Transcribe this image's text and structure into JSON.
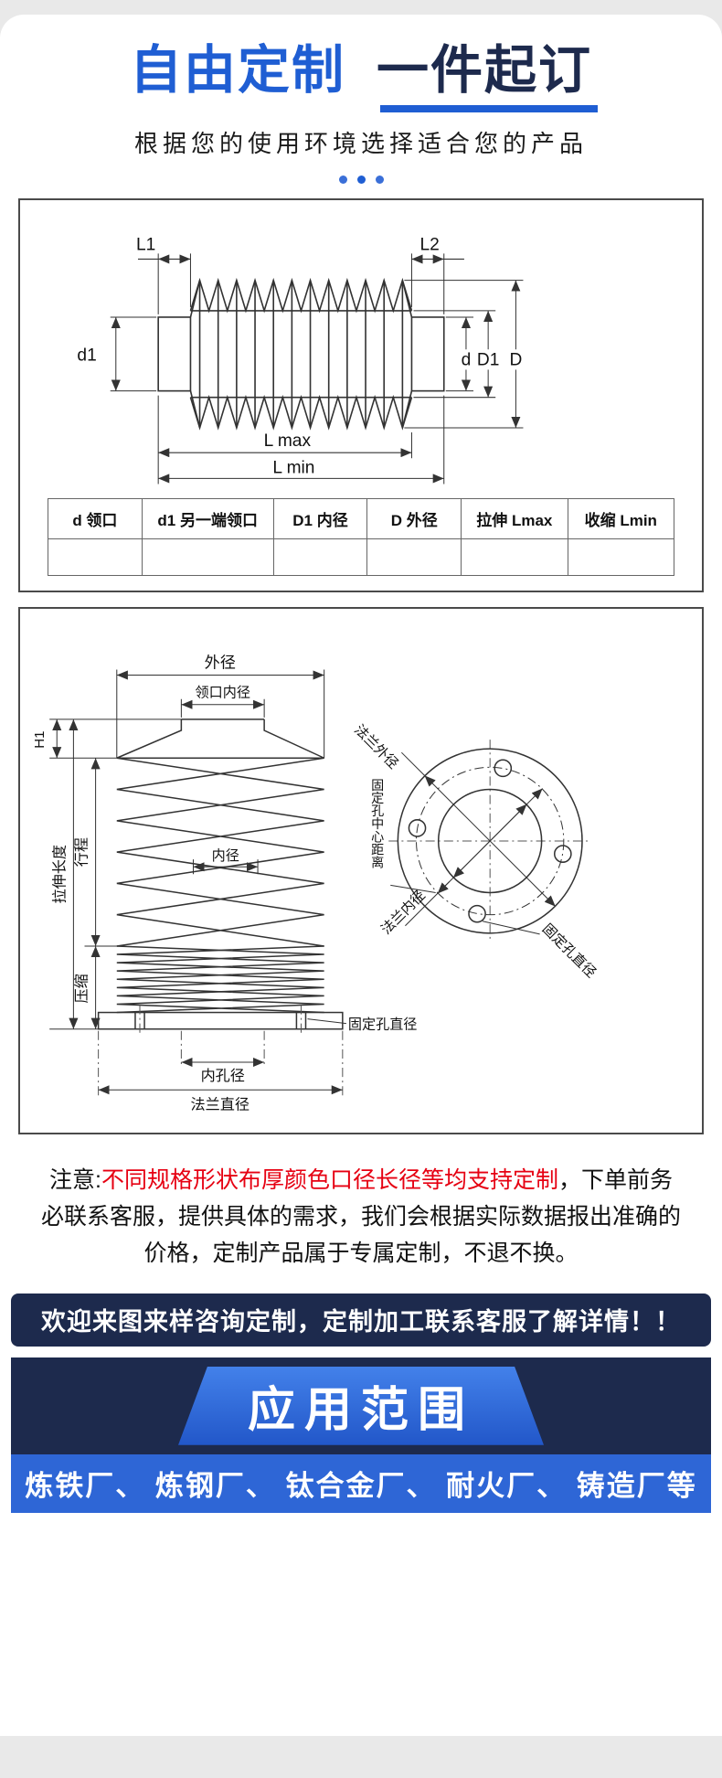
{
  "header": {
    "title_blue": "自由定制",
    "title_dark": "一件起订",
    "subtitle": "根据您的使用环境选择适合您的产品"
  },
  "diagram1": {
    "labels": {
      "l1": "L1",
      "l2": "L2",
      "d1": "d1",
      "d": "d",
      "D1": "D1",
      "D": "D",
      "lmax": "L max",
      "lmin": "L min"
    },
    "table": {
      "headers": [
        "d 领口",
        "d1 另一端领口",
        "D1 内径",
        "D 外径",
        "拉伸 Lmax",
        "收缩 Lmin"
      ]
    }
  },
  "diagram2": {
    "labels": {
      "outer_dia": "外径",
      "collar_inner_dia": "领口内径",
      "h1": "H1",
      "stretch_length": "拉伸长度",
      "stroke": "行程",
      "inner_dia": "内径",
      "compression": "压缩",
      "fix_hole_dia": "固定孔直径",
      "inner_hole_dia": "内孔径",
      "flange_dia": "法兰直径",
      "flange_outer_dia": "法兰外径",
      "hole_center_distance": "固定孔中心距离",
      "flange_inner_dia": "法兰内径",
      "fix_hole_dia_right": "固定孔直径"
    }
  },
  "note": {
    "prefix": "注意:",
    "highlight": "不同规格形状布厚颜色口径长径等均支持定制",
    "rest": "，下单前务必联系客服，提供具体的需求，我们会根据实际数据报出准确的价格，定制产品属于专属定制，不退不换。"
  },
  "banner": {
    "text": "欢迎来图来样咨询定制，定制加工联系客服了解详情！！"
  },
  "application": {
    "title": "应用范围",
    "items": "炼铁厂、 炼钢厂、 钛合金厂、 耐火厂、 铸造厂等"
  },
  "colors": {
    "accent_blue": "#1f5ed3",
    "navy": "#1d2a4d",
    "red": "#e60012",
    "ribbon_blue": "#2e66d6"
  }
}
